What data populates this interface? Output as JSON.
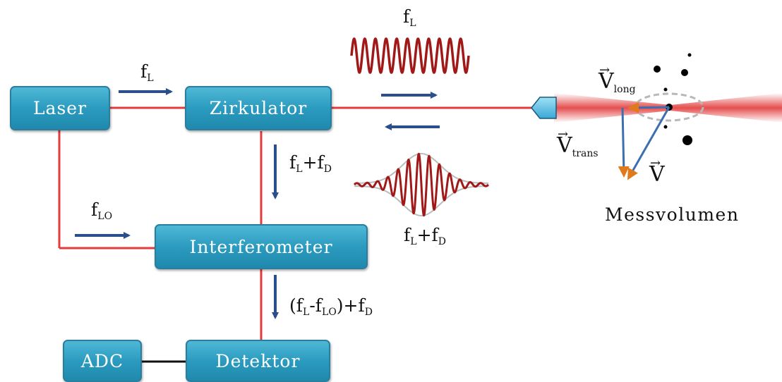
{
  "blocks": {
    "laser": "Laser",
    "zirkulator": "Zirkulator",
    "interferometer": "Interferometer",
    "detektor": "Detektor",
    "adc": "ADC"
  },
  "signals": {
    "laser_to_circ": {
      "base": "f",
      "sub": "L"
    },
    "lo": {
      "base": "f",
      "sub": "LO"
    },
    "emitted_wave": {
      "base": "f",
      "sub": "L"
    },
    "down_return": {
      "base": "f",
      "sub": "L",
      "rest": "+f",
      "sub2": "D"
    },
    "packet": {
      "base": "f",
      "sub": "L",
      "rest": "+f",
      "sub2": "D"
    },
    "to_detector": {
      "open": "(f",
      "sub": "L",
      "mid": "-f",
      "sub2": "LO",
      "rest": ")+f",
      "sub3": "D"
    }
  },
  "velocity": {
    "long": {
      "base": "V",
      "sub": "long"
    },
    "trans": {
      "base": "V",
      "sub": "trans"
    },
    "total": {
      "base": "V"
    },
    "arrow": "→"
  },
  "measurement_volume": "Messvolumen",
  "colors": {
    "box": "#2b9bbf",
    "fiber": "#e23b3b",
    "arrow": "#2a4f8c",
    "wave": "#a01818",
    "vector_arrowhead": "#e07a1a"
  }
}
